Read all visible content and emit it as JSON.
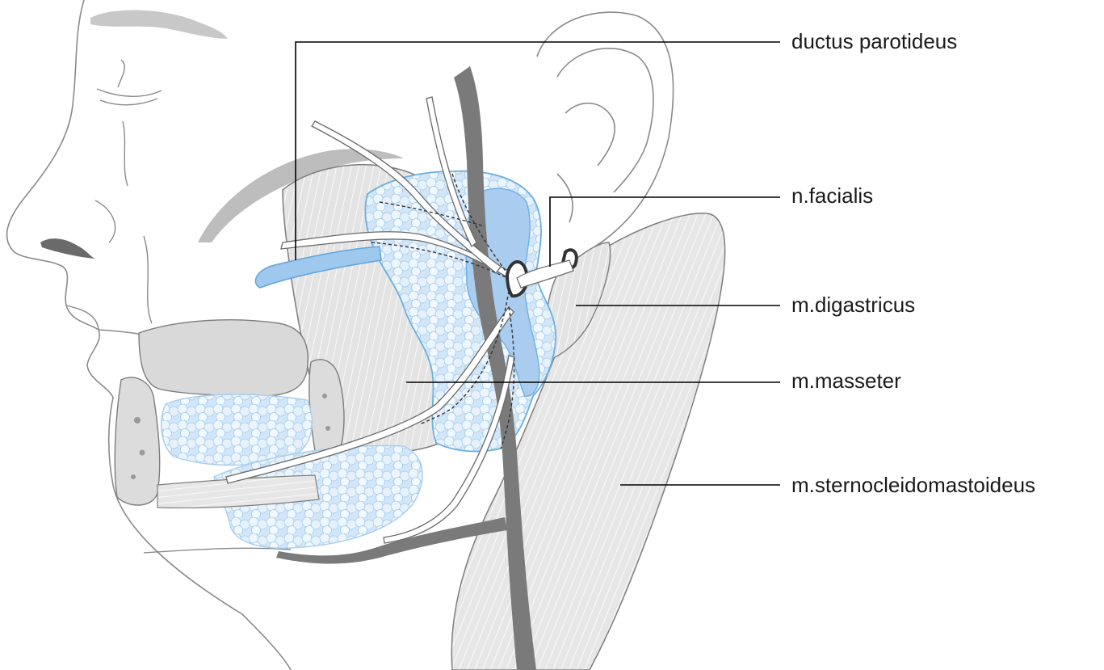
{
  "labels": {
    "ductus_parotideus": "ductus parotideus",
    "n_facialis": "n.facialis",
    "m_digastricus": "m.digastricus",
    "m_masseter": "m.masseter",
    "m_sternocleidomastoideus": "m.sternocleidomastoideus"
  },
  "colors": {
    "outline": "#8a8a8a",
    "hair_eyebrow": "#c4c4c4",
    "nostril": "#6a6a6a",
    "muscle_fill": "#e2e2e2",
    "muscle_stroke": "#7d7d7d",
    "muscle_fiber": "#ffffff",
    "gland_fill": "#cfe3f6",
    "gland_lobule": "#e9f3fc",
    "gland_stroke": "#6aaee0",
    "gland_deep": "#a9ccef",
    "duct": "#9ec8ee",
    "vessel": "#7a7a7a",
    "bone": "#dcdcdc",
    "leader": "#000000"
  },
  "icons": [
    "face-profile-outline",
    "ear-outline",
    "parotid-gland",
    "sternocleidomastoid-muscle",
    "masseter-muscle",
    "facial-nerve-branches",
    "parotid-duct",
    "external-jugular-vein"
  ]
}
